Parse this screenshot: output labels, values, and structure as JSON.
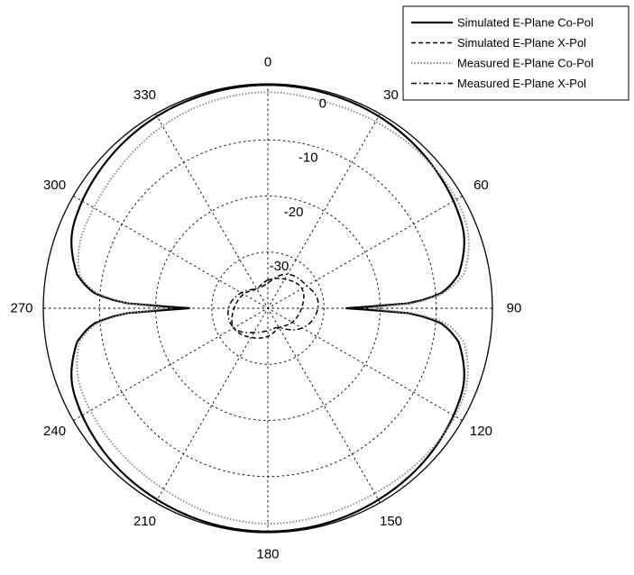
{
  "chart_data": {
    "type": "polar-line",
    "title": "",
    "theta_ticks": [
      "0",
      "30",
      "60",
      "90",
      "120",
      "150",
      "180",
      "210",
      "240",
      "270",
      "300",
      "330"
    ],
    "r_ticks": [
      "0",
      "-10",
      "-20",
      "-30"
    ],
    "r_range_db": [
      -40,
      0
    ],
    "grid": true,
    "legend_position": "top-right",
    "series": [
      {
        "name": "Simulated E-Plane Co-Pol",
        "style": "solid",
        "color": "#000000",
        "theta_deg": [
          0,
          15,
          30,
          45,
          60,
          70,
          80,
          85,
          88,
          90,
          92,
          95,
          100,
          110,
          120,
          135,
          150,
          165,
          180,
          195,
          210,
          225,
          240,
          250,
          260,
          265,
          268,
          270,
          272,
          275,
          280,
          290,
          300,
          315,
          330,
          345
        ],
        "r_db": [
          -0.2,
          -0.3,
          -0.5,
          -1.0,
          -1.8,
          -2.8,
          -5.5,
          -9.0,
          -15.0,
          -26.0,
          -15.0,
          -9.0,
          -5.5,
          -2.8,
          -1.8,
          -1.0,
          -0.6,
          -0.3,
          -0.2,
          -0.3,
          -0.6,
          -1.0,
          -1.8,
          -2.8,
          -5.5,
          -9.0,
          -15.0,
          -26.0,
          -15.0,
          -9.0,
          -5.5,
          -2.8,
          -1.8,
          -1.0,
          -0.5,
          -0.3
        ]
      },
      {
        "name": "Simulated E-Plane X-Pol",
        "style": "dashed",
        "color": "#000000",
        "theta_deg": [
          0,
          30,
          60,
          90,
          120,
          150,
          180,
          210,
          240,
          270,
          300,
          330
        ],
        "r_db": [
          -35,
          -34,
          -33,
          -34,
          -35,
          -36,
          -35,
          -34,
          -33,
          -34,
          -35,
          -36
        ]
      },
      {
        "name": "Measured E-Plane Co-Pol",
        "style": "dotted",
        "color": "#8c8c8c",
        "theta_deg": [
          0,
          15,
          30,
          45,
          60,
          70,
          80,
          85,
          88,
          90,
          92,
          95,
          100,
          110,
          120,
          135,
          150,
          165,
          180,
          195,
          210,
          225,
          240,
          250,
          260,
          265,
          268,
          270,
          272,
          275,
          280,
          290,
          300,
          315,
          330,
          345
        ],
        "r_db": [
          -1.5,
          -1.8,
          -1.6,
          -1.3,
          -1.2,
          -2.0,
          -4.5,
          -8.5,
          -14.0,
          -22.0,
          -14.0,
          -8.0,
          -4.5,
          -2.2,
          -1.5,
          -1.6,
          -1.9,
          -1.8,
          -1.6,
          -2.0,
          -2.8,
          -3.2,
          -3.5,
          -4.0,
          -6.0,
          -9.5,
          -15.0,
          -22.0,
          -15.0,
          -9.5,
          -6.0,
          -4.5,
          -4.2,
          -3.5,
          -2.5,
          -1.8
        ]
      },
      {
        "name": "Measured E-Plane X-Pol",
        "style": "dashdot",
        "color": "#000000",
        "theta_deg": [
          0,
          30,
          60,
          80,
          100,
          120,
          150,
          180,
          210,
          240,
          270,
          300,
          330
        ],
        "r_db": [
          -35.5,
          -33,
          -32,
          -31,
          -31.5,
          -33,
          -36,
          -36,
          -35,
          -33,
          -33,
          -34.5,
          -36
        ]
      }
    ]
  }
}
